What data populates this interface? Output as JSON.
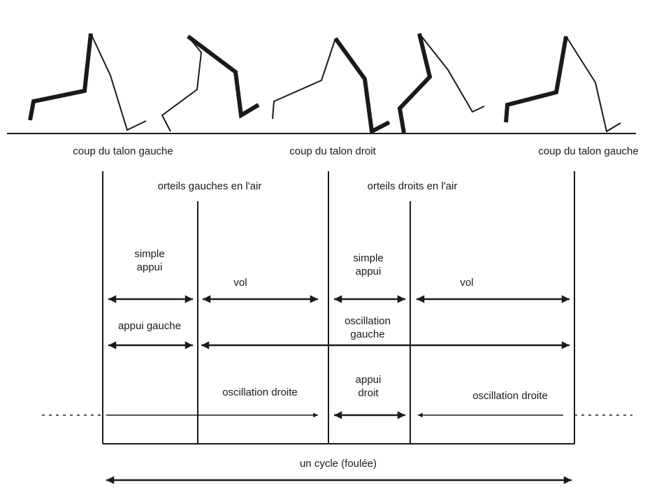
{
  "events": {
    "left_heel_strike_1": "coup du talon gauche",
    "right_heel_strike": "coup du talon droit",
    "left_heel_strike_2": "coup du talon gauche",
    "left_toe_off": "orteils gauches en l'air",
    "right_toe_off": "orteils droits en l'air"
  },
  "phases": {
    "single_support_1_line1": "simple",
    "single_support_1_line2": "appui",
    "flight_1": "vol",
    "single_support_2_line1": "simple",
    "single_support_2_line2": "appui",
    "flight_2": "vol",
    "left_support": "appui gauche",
    "left_swing_line1": "oscillation",
    "left_swing_line2": "gauche",
    "right_swing_1": "oscillation droite",
    "right_support_line1": "appui",
    "right_support_line2": "droit",
    "right_swing_2": "oscillation droite",
    "cycle": "un cycle (foulée)"
  },
  "colors": {
    "ink": "#1a1a1a",
    "background": "#ffffff"
  }
}
